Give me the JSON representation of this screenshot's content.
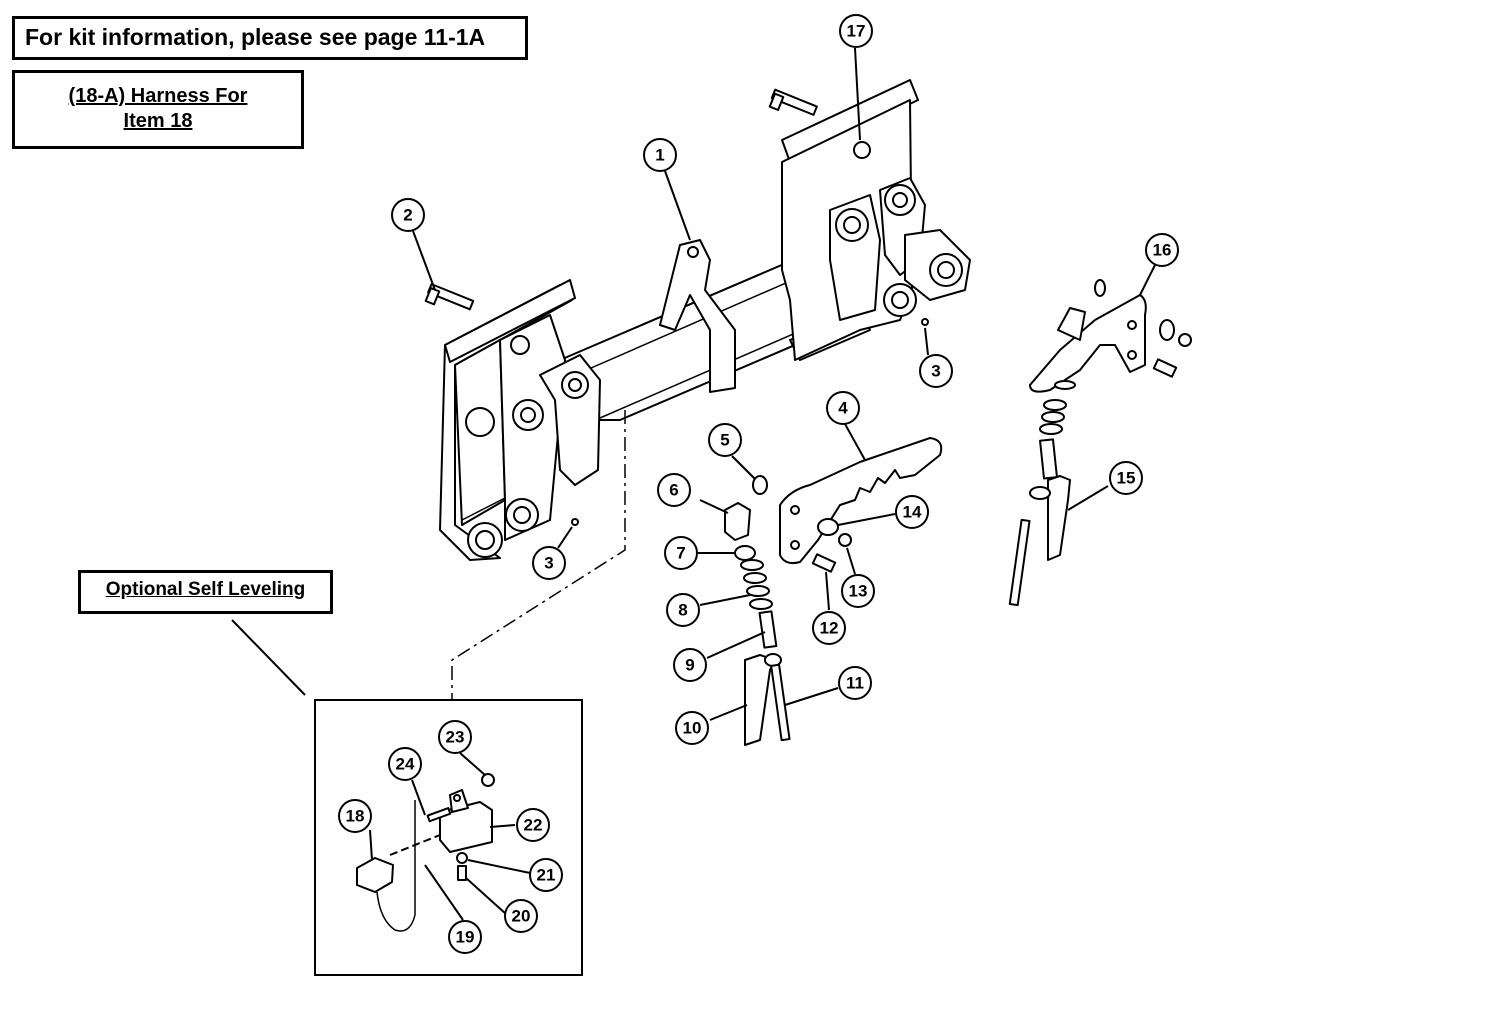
{
  "kit_note": "For kit information, please see page 11-1A",
  "harness_note": {
    "line1": "(18-A) Harness For",
    "line2": "Item 18"
  },
  "self_leveling_label": "Optional Self Leveling",
  "callouts": [
    "1",
    "2",
    "3",
    "3",
    "4",
    "5",
    "6",
    "7",
    "8",
    "9",
    "10",
    "11",
    "12",
    "13",
    "14",
    "15",
    "16",
    "17",
    "18",
    "19",
    "20",
    "21",
    "22",
    "23",
    "24"
  ]
}
